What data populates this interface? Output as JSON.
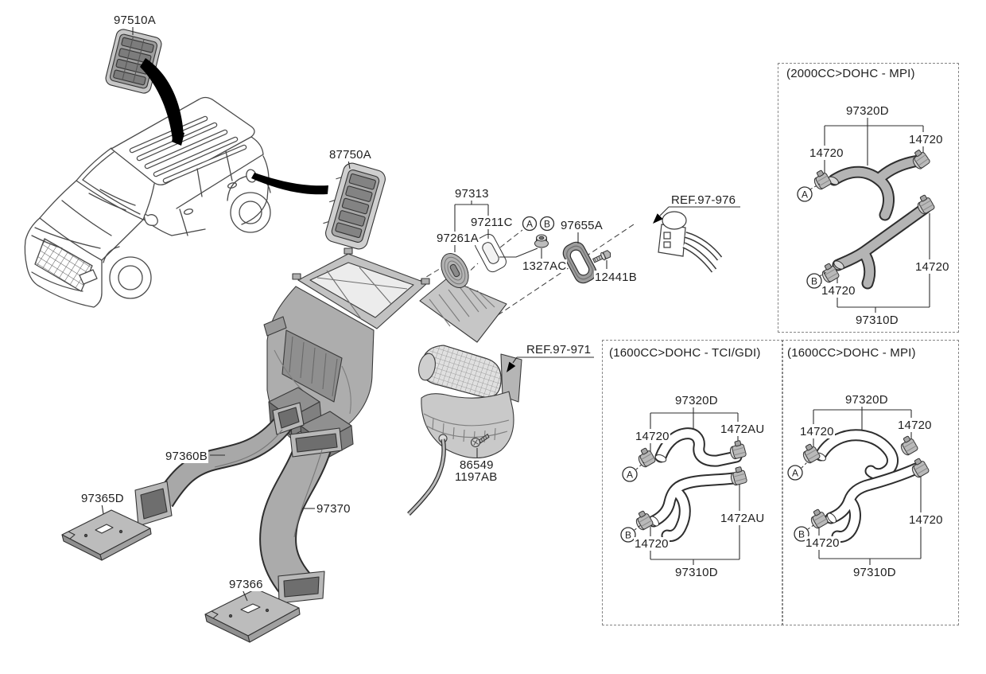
{
  "canvas": {
    "background": "#ffffff",
    "line_color": "#2e2e2e",
    "text_color": "#1f1f1f"
  },
  "main": {
    "labels": {
      "roof_vent": "97510A",
      "quarter_vent": "87750A",
      "duct_group": "97313",
      "duct_plate": "97211C",
      "duct_seal": "97261A",
      "nut": "1327AC",
      "grommet": "97655A",
      "screw": "12441B",
      "ref_pipes": "REF.97-976",
      "ref_heater": "REF.97-971",
      "blower_bolt_line1": "86549",
      "blower_bolt_line2": "1197AB",
      "rear_duct_left": "97360B",
      "rear_cover_left": "97365D",
      "rear_duct_right": "97370",
      "rear_cover_right": "97366",
      "point_a": "A",
      "point_b": "B"
    }
  },
  "variant_boxes": [
    {
      "title": "(2000CC>DOHC - MPI)",
      "labels": {
        "hose_upper": "97320D",
        "hose_lower": "97310D",
        "clamp_top_left": "14720",
        "clamp_top_right": "14720",
        "clamp_bottom_left": "14720",
        "clamp_bottom_right": "14720",
        "point_a": "A",
        "point_b": "B"
      }
    },
    {
      "title": "(1600CC>DOHC - TCI/GDI)",
      "labels": {
        "hose_upper": "97320D",
        "hose_lower": "97310D",
        "clamp_top_left": "14720",
        "clamp_top_right": "1472AU",
        "clamp_bottom_left": "14720",
        "clamp_bottom_right": "1472AU",
        "point_a": "A",
        "point_b": "B"
      }
    },
    {
      "title": "(1600CC>DOHC - MPI)",
      "labels": {
        "hose_upper": "97320D",
        "hose_lower": "97310D",
        "clamp_top_left": "14720",
        "clamp_top_right": "14720",
        "clamp_bottom_left": "14720",
        "clamp_bottom_right": "14720",
        "point_a": "A",
        "point_b": "B"
      }
    }
  ]
}
